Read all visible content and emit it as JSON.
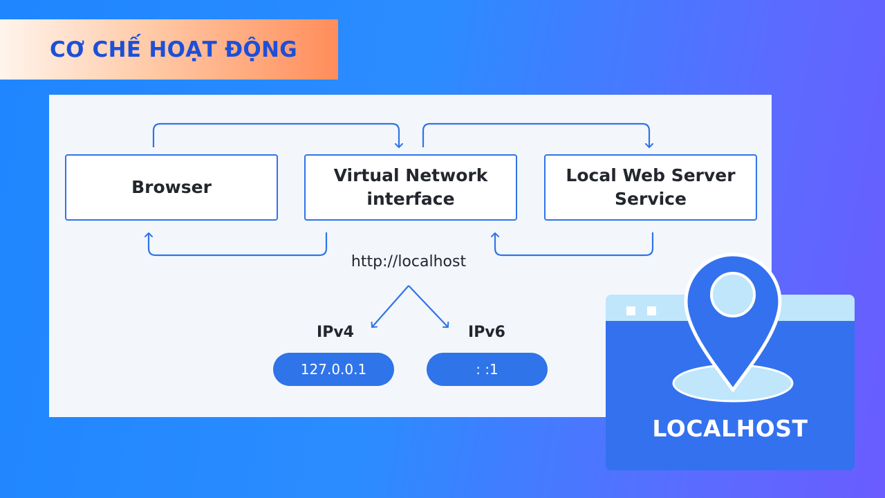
{
  "banner": {
    "title": "CƠ CHẾ HOẠT ĐỘNG"
  },
  "diagram": {
    "nodes": {
      "browser": [
        "Browser"
      ],
      "virtual_network": [
        "Virtual Network",
        "interface"
      ],
      "local_server": [
        "Local Web Server",
        "Service"
      ]
    },
    "url": "http://localhost",
    "ipv4": {
      "label": "IPv4",
      "address": "127.0.0.1"
    },
    "ipv6": {
      "label": "IPv6",
      "address": ": :1"
    }
  },
  "logo": {
    "text": "LOCALHOST",
    "icon": "location-pin-icon"
  },
  "colors": {
    "accent": "#2f74e8",
    "banner_text": "#1d4fd8",
    "panel_bg": "#f3f7fc",
    "window_light": "#bfe6fb",
    "window_dark": "#3371ee"
  }
}
